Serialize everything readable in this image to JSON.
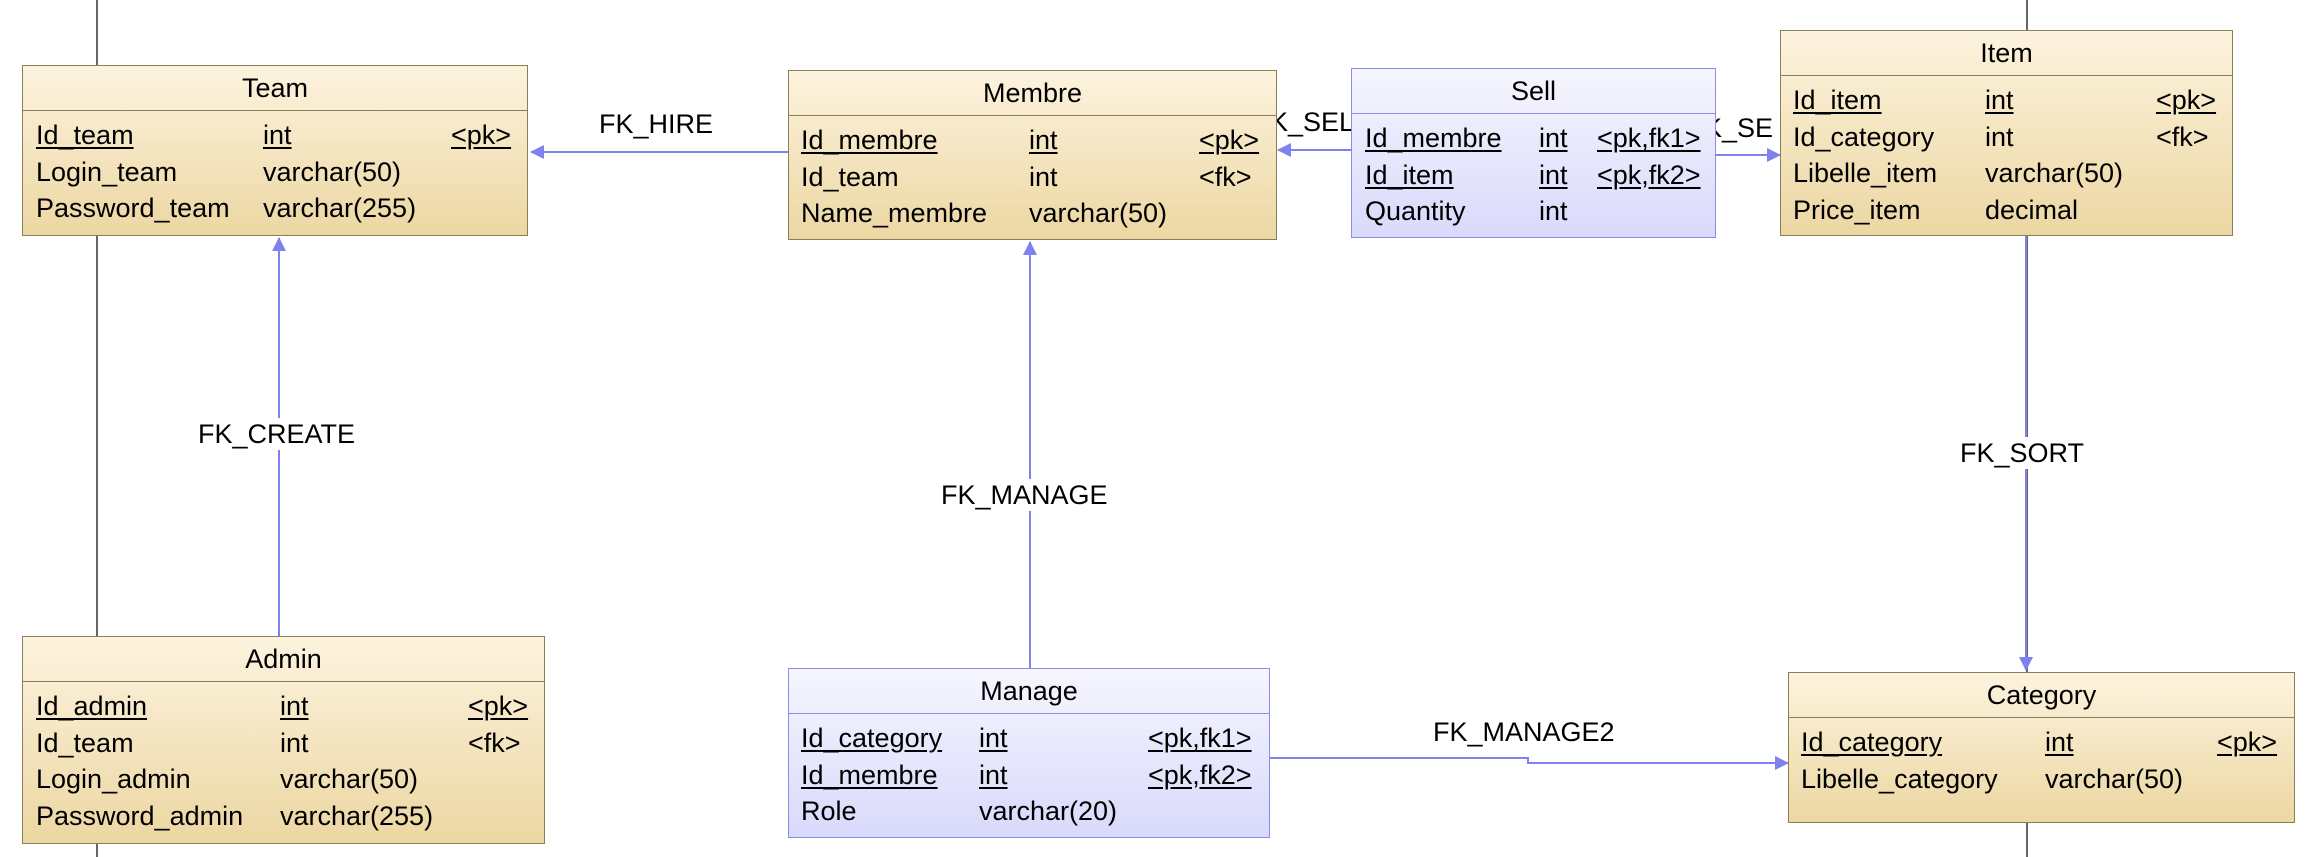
{
  "relationships": {
    "fk_hire": "FK_HIRE",
    "fk_sell_left": "K_SEL",
    "fk_sell_right": "K_SE",
    "fk_create": "FK_CREATE",
    "fk_manage": "FK_MANAGE",
    "fk_manage2": "FK_MANAGE2",
    "fk_sort": "FK_SORT"
  },
  "colors": {
    "entity_border": "#8a8058",
    "assoc_border": "#8b8be8",
    "link": "#8080ee",
    "frame_line": "#333333"
  },
  "tables": {
    "team": {
      "name": "Team",
      "rows": [
        {
          "col": "Id_team",
          "type": "int",
          "key": "<pk>",
          "underline": true
        },
        {
          "col": "Login_team",
          "type": "varchar(50)",
          "key": "",
          "underline": false
        },
        {
          "col": "Password_team",
          "type": "varchar(255)",
          "key": "",
          "underline": false
        }
      ]
    },
    "membre": {
      "name": "Membre",
      "rows": [
        {
          "col": "Id_membre",
          "type": "int",
          "key": "<pk>",
          "underline": true
        },
        {
          "col": "Id_team",
          "type": "int",
          "key": "<fk>",
          "underline": false
        },
        {
          "col": "Name_membre",
          "type": "varchar(50)",
          "key": "",
          "underline": false
        }
      ]
    },
    "sell": {
      "name": "Sell",
      "rows": [
        {
          "col": "Id_membre",
          "type": "int",
          "key": "<pk,fk1>",
          "underline": true
        },
        {
          "col": "Id_item",
          "type": "int",
          "key": "<pk,fk2>",
          "underline": true
        },
        {
          "col": "Quantity",
          "type": "int",
          "key": "",
          "underline": false
        }
      ]
    },
    "item": {
      "name": "Item",
      "rows": [
        {
          "col": "Id_item",
          "type": "int",
          "key": "<pk>",
          "underline": true
        },
        {
          "col": "Id_category",
          "type": "int",
          "key": "<fk>",
          "underline": false
        },
        {
          "col": "Libelle_item",
          "type": "varchar(50)",
          "key": "",
          "underline": false
        },
        {
          "col": "Price_item",
          "type": "decimal",
          "key": "",
          "underline": false
        }
      ]
    },
    "admin": {
      "name": "Admin",
      "rows": [
        {
          "col": "Id_admin",
          "type": "int",
          "key": "<pk>",
          "underline": true
        },
        {
          "col": "Id_team",
          "type": "int",
          "key": "<fk>",
          "underline": false
        },
        {
          "col": "Login_admin",
          "type": "varchar(50)",
          "key": "",
          "underline": false
        },
        {
          "col": "Password_admin",
          "type": "varchar(255)",
          "key": "",
          "underline": false
        }
      ]
    },
    "manage": {
      "name": "Manage",
      "rows": [
        {
          "col": "Id_category",
          "type": "int",
          "key": "<pk,fk1>",
          "underline": true
        },
        {
          "col": "Id_membre",
          "type": "int",
          "key": "<pk,fk2>",
          "underline": true
        },
        {
          "col": "Role",
          "type": "varchar(20)",
          "key": "",
          "underline": false
        }
      ]
    },
    "category": {
      "name": "Category",
      "rows": [
        {
          "col": "Id_category",
          "type": "int",
          "key": "<pk>",
          "underline": true
        },
        {
          "col": "Libelle_category",
          "type": "varchar(50)",
          "key": "",
          "underline": false
        }
      ]
    }
  }
}
